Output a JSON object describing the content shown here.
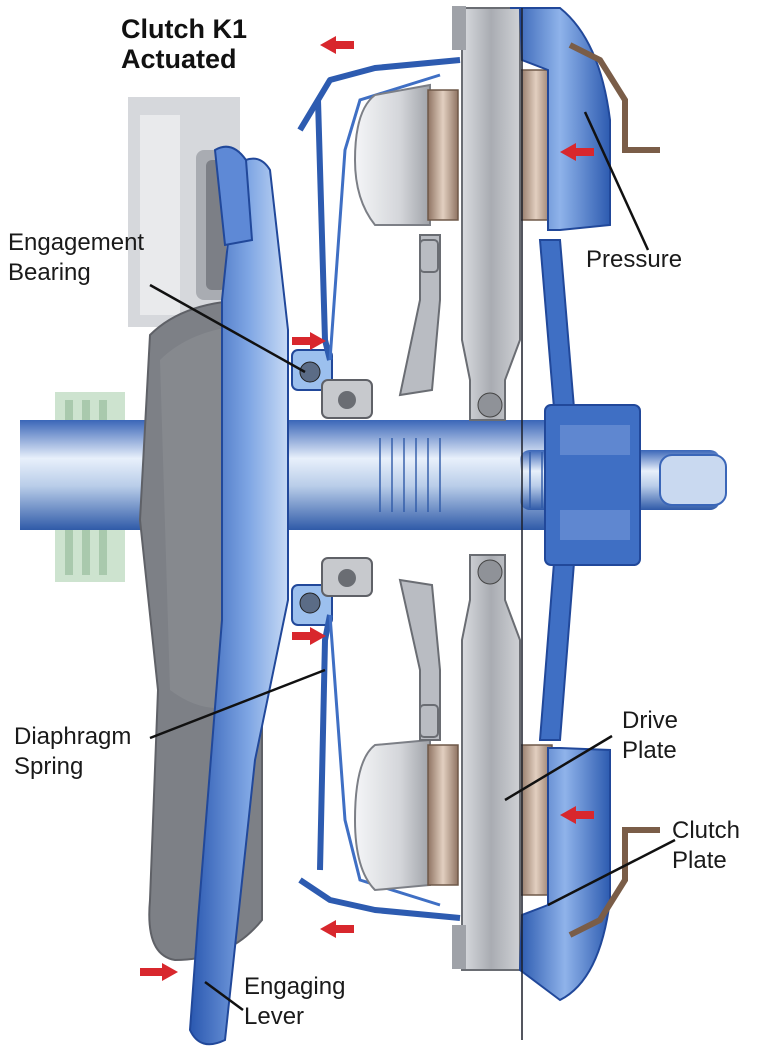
{
  "title": {
    "line1": "Clutch K1",
    "line2": "Actuated"
  },
  "labels": {
    "engagement_bearing": [
      "Engagement",
      "Bearing"
    ],
    "pressure": "Pressure",
    "diaphragm_spring": [
      "Diaphragm",
      "Spring"
    ],
    "drive_plate": [
      "Drive",
      "Plate"
    ],
    "clutch_plate": [
      "Clutch",
      "Plate"
    ],
    "engaging_lever": [
      "Engaging",
      "Lever"
    ]
  },
  "colors": {
    "blue": "#3f6fc4",
    "light_blue": "#9cc0ee",
    "grey": "#b9bcc2",
    "dark_grey": "#7c7f86",
    "lining_brown": "#b79a86",
    "arrow_red": "#d8272d",
    "shaft_highlight": "#e9f1fb"
  }
}
